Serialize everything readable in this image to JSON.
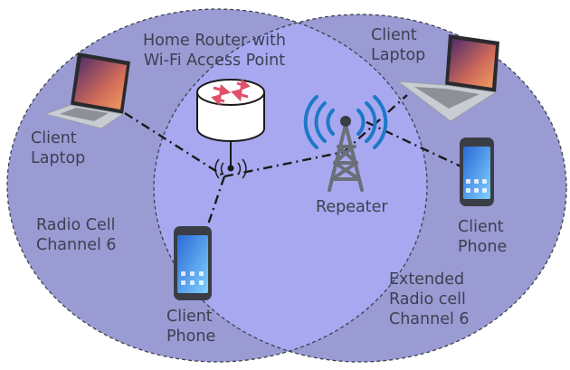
{
  "labels": {
    "router": [
      "Home Router with",
      "Wi-Fi Access Point"
    ],
    "client_laptop_left": [
      "Client",
      "Laptop"
    ],
    "client_laptop_right": [
      "Client",
      "Laptop"
    ],
    "repeater": "Repeater",
    "client_phone_right": [
      "Client",
      "Phone"
    ],
    "client_phone_left": [
      "Client",
      "Phone"
    ],
    "radio_cell": [
      "Radio Cell",
      "Channel 6"
    ],
    "extended_cell": [
      "Extended",
      "Radio cell",
      "Channel 6"
    ]
  },
  "colors": {
    "cell_fill": "#9b9bd4",
    "overlap_fill": "#a8a8f0",
    "cell_border": "#3b4150",
    "text": "#3b4150",
    "router_arrows": "#e0506a",
    "wifi_waves": "#1e78c8"
  },
  "icons": [
    "router-icon",
    "repeater-tower-icon",
    "laptop-icon",
    "phone-icon",
    "wifi-signal-icon"
  ]
}
